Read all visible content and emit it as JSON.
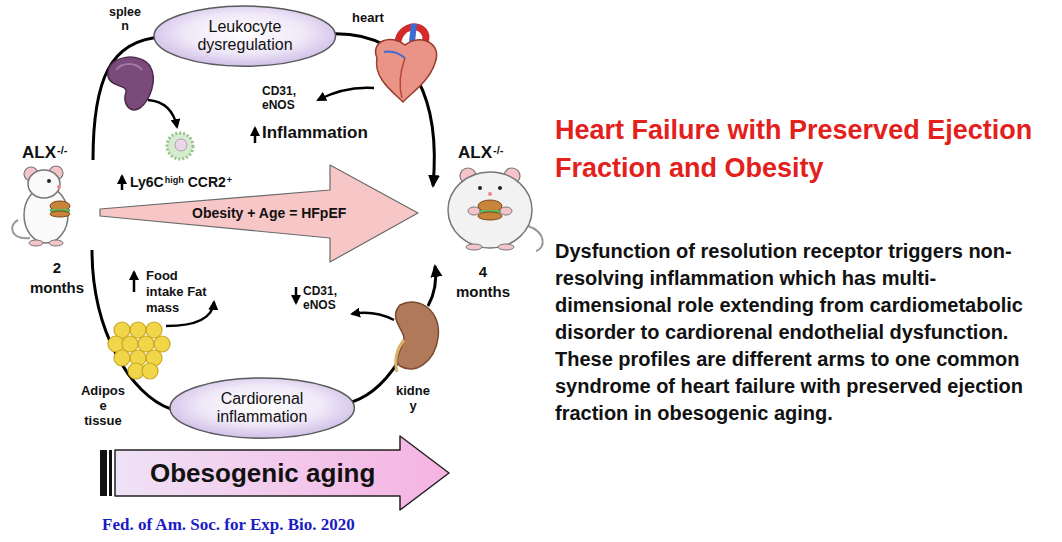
{
  "diagram": {
    "title": "Heart Failure with Preserved Ejection Fraction and Obesity",
    "nodes": [
      {
        "text": [
          "Leukocyte dysregulation"
        ]
      },
      {
        "text": [
          "Obesity + Age = HFpEF"
        ]
      },
      {
        "text": [
          "Cardiorenal inflammation"
        ]
      },
      {
        "text": [
          "Obesogenic aging"
        ]
      }
    ],
    "labels": [
      "splee n",
      "heart",
      "CD31, eNOS",
      "Inflammation",
      "Ly6C",
      "high",
      "CCR2",
      "+",
      "ALX",
      "-/-",
      "2 months",
      "Food intake Fat mass",
      "CD31, eNOS",
      "Adipos e tissue",
      "kidne y",
      "ALX",
      "-/-",
      "4 months",
      "Dysfunction of resolution receptor triggers non-resolving inflammation which has multi-dimensional role extending from cardiometabolic disorder to cardiorenal endothelial dysfunction. These profiles are different arms to one common syndrome of heart failure with preserved ejection fraction in obesogenic aging.",
      "Fed. of Am. Soc. for Exp. Bio. 2020"
    ]
  }
}
